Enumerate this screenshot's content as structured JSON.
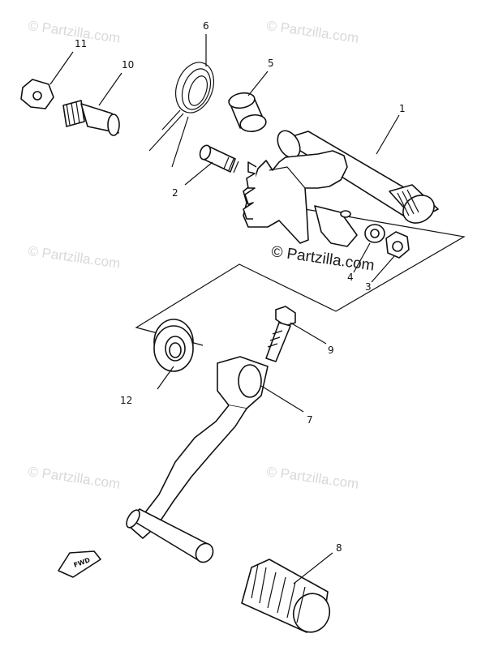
{
  "watermarks": {
    "main": "© Partzilla.com",
    "tiles": [
      "© Partzilla.com",
      "© Partzilla.com",
      "© Partzilla.com",
      "© Partzilla.com",
      "© Partzilla.com",
      "© Partzilla.com"
    ]
  },
  "callouts": [
    "1",
    "2",
    "3",
    "4",
    "5",
    "6",
    "7",
    "8",
    "9",
    "10",
    "11",
    "12"
  ],
  "fwd_label": "FWD"
}
